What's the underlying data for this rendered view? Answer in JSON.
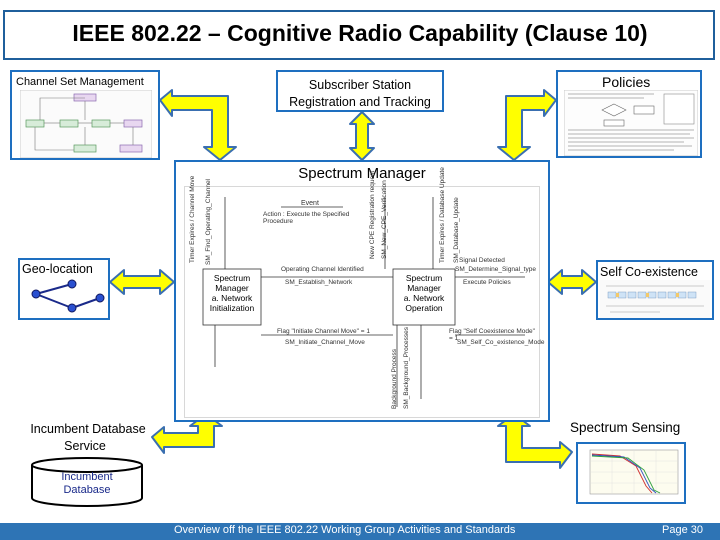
{
  "slide": {
    "title": "IEEE 802.22 – Cognitive Radio Capability (Clause 10)",
    "page": "Page 30",
    "footer": "Overview off the IEEE 802.22 Working Group Activities and Standards"
  },
  "boxes": {
    "channel_set": "Channel Set Management",
    "subscriber_line1": "Subscriber Station",
    "subscriber_line2": "Registration and Tracking",
    "policies": "Policies",
    "spectrum_manager": "Spectrum Manager",
    "geo_location": "Geo-location",
    "self_coexistence": "Self Co-existence",
    "incumbent_db_line1": "Incumbent Database",
    "incumbent_db_line2": "Service",
    "spectrum_sensing": "Spectrum Sensing",
    "db_cyl_line1": "Incumbent",
    "db_cyl_line2": "Database"
  },
  "flow": {
    "event": "Event",
    "action": "Action : Execute the Specified Procedure",
    "sm_left_line1": "Spectrum",
    "sm_left_line2": "Manager",
    "sm_left_line3": "a. Network",
    "sm_left_line4": "Initialization",
    "sm_right_line1": "Spectrum",
    "sm_right_line2": "Manager",
    "sm_right_line3": "a. Network",
    "sm_right_line4": "Operation",
    "op_channel": "Operating Channel Identified",
    "establish": "SM_Establish_Network",
    "signal_detected": "Signal Detected",
    "determine": "SM_Determine_Signal_type",
    "execute_policies": "Execute Policies",
    "flag_initiate": "Flag \"Initiate Channel Move\" = 1",
    "initiate_move": "SM_Initiate_Channel_Move",
    "flag_self": "Flag \"Self Coexistence Mode\" = 1",
    "self_mode": "SM_Self_Co_existence_Mode",
    "v_timer": "Timer Expires / Channel Move",
    "v_first_op": "SM_Find_Operating_Channel",
    "v_new_cpe": "New CPE Registration request",
    "v_new_cpe2": "SM_New_CPE_Verification",
    "v_timer2": "Timer Expires / Database Update",
    "v_db": "SM_Database_Update",
    "v_bg": "Background Process",
    "v_bg2": "SM_Background_Processes"
  },
  "colors": {
    "arrow_fill": "#ffff00",
    "arrow_stroke": "#3a6fb0",
    "border": "#1e6fc0",
    "footer": "#2e74b5"
  }
}
